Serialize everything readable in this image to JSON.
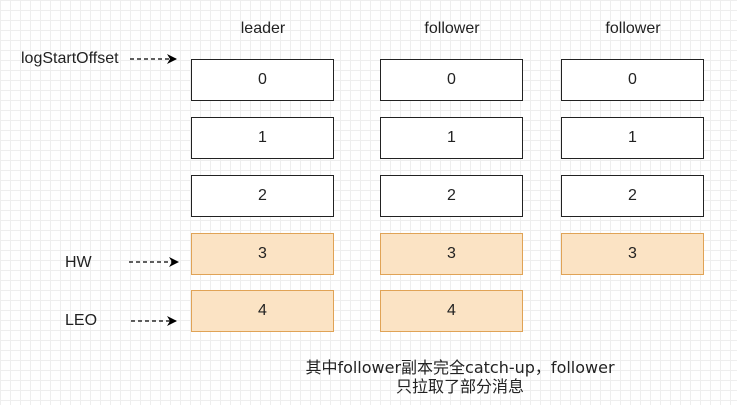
{
  "columns": [
    {
      "title": "leader",
      "offsets": [
        "0",
        "1",
        "2",
        "3",
        "4"
      ],
      "highlighted": [
        false,
        false,
        false,
        true,
        true
      ]
    },
    {
      "title": "follower",
      "offsets": [
        "0",
        "1",
        "2",
        "3",
        "4"
      ],
      "highlighted": [
        false,
        false,
        false,
        true,
        true
      ]
    },
    {
      "title": "follower",
      "offsets": [
        "0",
        "1",
        "2",
        "3"
      ],
      "highlighted": [
        false,
        false,
        false,
        true
      ]
    }
  ],
  "markers": {
    "log_start_offset": "logStartOffset",
    "hw": "HW",
    "leo": "LEO"
  },
  "caption": {
    "line1": "其中follower副本完全catch-up，follower",
    "line2": "只拉取了部分消息"
  },
  "colors": {
    "highlight_fill": "#fbe3c4",
    "highlight_border": "#e0a356",
    "box_border": "#222222"
  }
}
